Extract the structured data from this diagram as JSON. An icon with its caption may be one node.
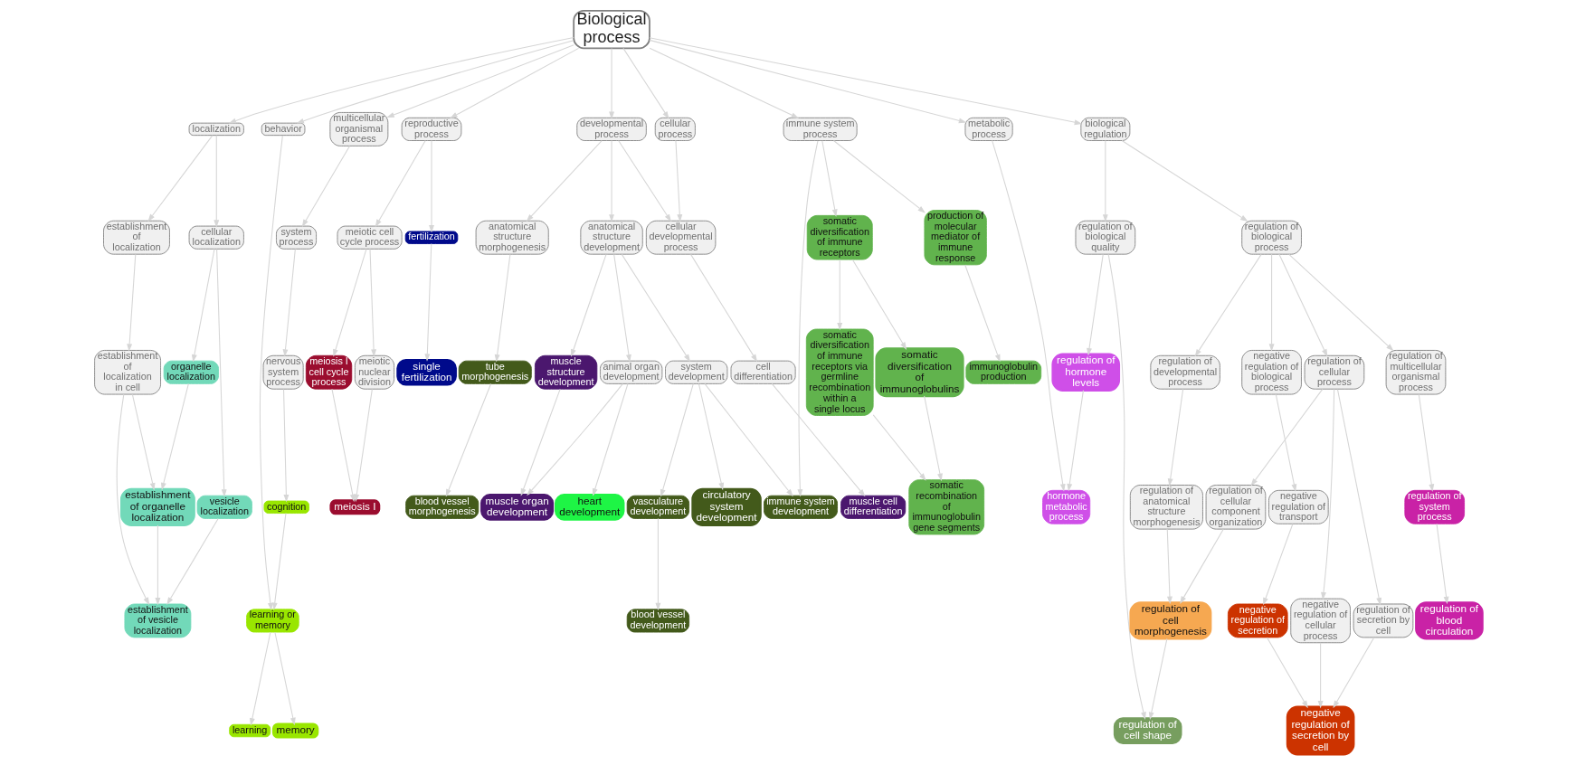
{
  "diagram": {
    "nodes": [
      {
        "text": [
          "Biological process"
        ]
      },
      {
        "text": [
          "localization"
        ]
      },
      {
        "text": [
          "multicellular organismal process"
        ]
      },
      {
        "text": [
          "reproductive process"
        ]
      },
      {
        "text": [
          "developmental process"
        ]
      },
      {
        "text": [
          "system process"
        ]
      },
      {
        "text": [
          "cellular localization"
        ]
      },
      {
        "text": [
          "biological regulation"
        ]
      },
      {
        "text": [
          "metabolic process"
        ]
      },
      {
        "text": [
          "establishment of localization"
        ]
      },
      {
        "text": [
          "nervous system process"
        ]
      },
      {
        "text": [
          "cellular process"
        ]
      },
      {
        "text": [
          "immune system process"
        ]
      },
      {
        "text": [
          "meiotic cell cycle process"
        ]
      },
      {
        "text": [
          "regulation of biological quality"
        ]
      },
      {
        "text": [
          "anatomical structure morphogenesis"
        ]
      },
      {
        "text": [
          "anatomical structure development"
        ]
      },
      {
        "text": [
          "regulation of biological process"
        ]
      },
      {
        "text": [
          "organelle localization"
        ]
      },
      {
        "text": [
          "behavior"
        ]
      },
      {
        "text": [
          "regulation of developmental process"
        ]
      },
      {
        "text": [
          "cellular developmental process"
        ]
      },
      {
        "text": [
          "tube morphogenesis"
        ]
      },
      {
        "text": [
          "establishment of localization in cell"
        ]
      },
      {
        "text": [
          "regulation of cellular process"
        ]
      },
      {
        "text": [
          "cognition"
        ]
      },
      {
        "text": [
          "regulation of anatomical structure morphogenesis"
        ]
      },
      {
        "text": [
          "somatic diversification of immune receptors"
        ]
      },
      {
        "text": [
          "fertilization"
        ]
      },
      {
        "text": [
          "meiosis I cell cycle process"
        ]
      },
      {
        "text": [
          "regulation of hormone levels"
        ]
      },
      {
        "text": [
          "system development"
        ]
      },
      {
        "text": [
          "regulation of multicellular organismal process"
        ]
      },
      {
        "text": [
          "cell differentiation"
        ]
      },
      {
        "text": [
          "establishment of organelle localization"
        ]
      },
      {
        "text": [
          "vesicle localization"
        ]
      },
      {
        "text": [
          "learning or memory"
        ]
      },
      {
        "text": [
          "production of molecular mediator of immune response"
        ]
      },
      {
        "text": [
          "negative regulation of biological process"
        ]
      },
      {
        "text": [
          "blood vessel morphogenesis"
        ]
      },
      {
        "text": [
          "animal organ development"
        ]
      },
      {
        "text": [
          "somatic diversification of immune receptors via germline recombination within a single locus"
        ]
      },
      {
        "text": [
          "regulation of cellular component organization"
        ]
      },
      {
        "text": [
          "meiotic nuclear division"
        ]
      },
      {
        "text": [
          "hormone metabolic process"
        ]
      },
      {
        "text": [
          "muscle structure development"
        ]
      },
      {
        "text": [
          "vasculature development"
        ]
      },
      {
        "text": [
          "regulation of system process"
        ]
      },
      {
        "text": [
          "learning"
        ]
      },
      {
        "text": [
          "memory"
        ]
      },
      {
        "text": [
          "immunoglobulin production"
        ]
      },
      {
        "text": [
          "regulation of secretion by cell"
        ]
      },
      {
        "text": [
          "circulatory system development"
        ]
      },
      {
        "text": [
          "negative regulation of cellular process"
        ]
      },
      {
        "text": [
          "somatic diversification of immunoglobulins"
        ]
      },
      {
        "text": [
          "muscle organ development"
        ]
      },
      {
        "text": [
          "negative regulation of transport"
        ]
      },
      {
        "text": [
          "single fertilization"
        ]
      },
      {
        "text": [
          "regulation of cell morphogenesis"
        ]
      },
      {
        "text": [
          "establishment of vesicle localization"
        ]
      },
      {
        "text": [
          "immune system development"
        ]
      },
      {
        "text": [
          "muscle cell differentiation"
        ]
      },
      {
        "text": [
          "somatic recombination of immunoglobulin gene segments"
        ]
      },
      {
        "text": [
          "meiosis I"
        ]
      },
      {
        "text": [
          "negative regulation of secretion"
        ]
      },
      {
        "text": [
          "heart development"
        ]
      },
      {
        "text": [
          "blood vessel development"
        ]
      },
      {
        "text": [
          "regulation of cell shape"
        ]
      },
      {
        "text": [
          "negative regulation of secretion by cell"
        ]
      },
      {
        "text": [
          "regulation of blood circulation"
        ]
      }
    ],
    "edges": [
      {
        "from": 0,
        "to": 1,
        "arrow": "to"
      },
      {
        "from": 0,
        "to": 2,
        "arrow": "to"
      },
      {
        "from": 0,
        "to": 3,
        "arrow": "to"
      },
      {
        "from": 0,
        "to": 4,
        "arrow": "to"
      },
      {
        "from": 0,
        "to": 7,
        "arrow": "to"
      },
      {
        "from": 0,
        "to": 8,
        "arrow": "to"
      },
      {
        "from": 0,
        "to": 11,
        "arrow": "to"
      },
      {
        "from": 0,
        "to": 12,
        "arrow": "to"
      },
      {
        "from": 0,
        "to": 19,
        "arrow": "to"
      },
      {
        "from": 1,
        "to": 6,
        "arrow": "to"
      },
      {
        "from": 1,
        "to": 9,
        "arrow": "to"
      },
      {
        "from": 2,
        "to": 5,
        "arrow": "to"
      },
      {
        "from": 5,
        "to": 10,
        "arrow": "to"
      },
      {
        "from": 10,
        "to": 25,
        "arrow": "to"
      },
      {
        "from": 25,
        "to": 36,
        "arrow": "to"
      },
      {
        "from": 19,
        "to": 36,
        "arrow": "to"
      },
      {
        "from": 36,
        "to": 48,
        "arrow": "to"
      },
      {
        "from": 36,
        "to": 49,
        "arrow": "to"
      },
      {
        "from": 8,
        "to": 44,
        "arrow": "to"
      },
      {
        "from": 14,
        "to": 30,
        "arrow": "to"
      },
      {
        "from": 30,
        "to": 44,
        "arrow": "to"
      },
      {
        "from": 7,
        "to": 14,
        "arrow": "to"
      },
      {
        "from": 7,
        "to": 17,
        "arrow": "to"
      },
      {
        "from": 6,
        "to": 18,
        "arrow": "to"
      },
      {
        "from": 9,
        "to": 23,
        "arrow": "to"
      },
      {
        "from": 6,
        "to": 35,
        "arrow": "to"
      },
      {
        "from": 18,
        "to": 34,
        "arrow": "to"
      },
      {
        "from": 23,
        "to": 34,
        "arrow": "to"
      },
      {
        "from": 34,
        "to": 59,
        "arrow": "to"
      },
      {
        "from": 35,
        "to": 59,
        "arrow": "to"
      },
      {
        "from": 23,
        "to": 59,
        "arrow": "to"
      },
      {
        "from": 4,
        "to": 16,
        "arrow": "to"
      },
      {
        "from": 4,
        "to": 15,
        "arrow": "to"
      },
      {
        "from": 4,
        "to": 21,
        "arrow": "to"
      },
      {
        "from": 11,
        "to": 21,
        "arrow": "to"
      },
      {
        "from": 15,
        "to": 22,
        "arrow": "to"
      },
      {
        "from": 21,
        "to": 33,
        "arrow": "to"
      },
      {
        "from": 33,
        "to": 61,
        "arrow": "to"
      },
      {
        "from": 16,
        "to": 40,
        "arrow": "to"
      },
      {
        "from": 16,
        "to": 45,
        "arrow": "to"
      },
      {
        "from": 16,
        "to": 31,
        "arrow": "to"
      },
      {
        "from": 31,
        "to": 46,
        "arrow": "to"
      },
      {
        "from": 31,
        "to": 52,
        "arrow": "to"
      },
      {
        "from": 31,
        "to": 60,
        "arrow": "to"
      },
      {
        "from": 46,
        "to": 66,
        "arrow": "to"
      },
      {
        "from": 22,
        "to": 39,
        "arrow": "to"
      },
      {
        "from": 12,
        "to": 60,
        "arrow": "to"
      },
      {
        "from": 40,
        "to": 55,
        "arrow": "to"
      },
      {
        "from": 45,
        "to": 55,
        "arrow": "to"
      },
      {
        "from": 40,
        "to": 65,
        "arrow": "to"
      },
      {
        "from": 17,
        "to": 20,
        "arrow": "to"
      },
      {
        "from": 17,
        "to": 24,
        "arrow": "to"
      },
      {
        "from": 17,
        "to": 32,
        "arrow": "to"
      },
      {
        "from": 17,
        "to": 38,
        "arrow": "to"
      },
      {
        "from": 20,
        "to": 26,
        "arrow": "to"
      },
      {
        "from": 24,
        "to": 42,
        "arrow": "to"
      },
      {
        "from": 24,
        "to": 51,
        "arrow": "to"
      },
      {
        "from": 24,
        "to": 53,
        "arrow": "to"
      },
      {
        "from": 38,
        "to": 56,
        "arrow": "to"
      },
      {
        "from": 32,
        "to": 47,
        "arrow": "to"
      },
      {
        "from": 47,
        "to": 69,
        "arrow": "to"
      },
      {
        "from": 26,
        "to": 58,
        "arrow": "to"
      },
      {
        "from": 42,
        "to": 58,
        "arrow": "to"
      },
      {
        "from": 58,
        "to": 67,
        "arrow": "to"
      },
      {
        "from": 14,
        "to": 67,
        "arrow": "to"
      },
      {
        "from": 51,
        "to": 68,
        "arrow": "to"
      },
      {
        "from": 56,
        "to": 64,
        "arrow": "to"
      },
      {
        "from": 64,
        "to": 68,
        "arrow": "to"
      },
      {
        "from": 53,
        "to": 68,
        "arrow": "to"
      },
      {
        "from": 12,
        "to": 37,
        "arrow": "to"
      },
      {
        "from": 37,
        "to": 50,
        "arrow": "to"
      },
      {
        "from": 12,
        "to": 27,
        "arrow": "to"
      },
      {
        "from": 27,
        "to": 41,
        "arrow": "to"
      },
      {
        "from": 27,
        "to": 54,
        "arrow": "to"
      },
      {
        "from": 41,
        "to": 62,
        "arrow": "to"
      },
      {
        "from": 54,
        "to": 62,
        "arrow": "to"
      },
      {
        "from": 3,
        "to": 28,
        "arrow": "to"
      },
      {
        "from": 3,
        "to": 13,
        "arrow": "to"
      },
      {
        "from": 13,
        "to": 29,
        "arrow": "to"
      },
      {
        "from": 28,
        "to": 57,
        "arrow": "to"
      },
      {
        "from": 13,
        "to": 43,
        "arrow": "to"
      },
      {
        "from": 43,
        "to": 63,
        "arrow": "to"
      },
      {
        "from": 29,
        "to": 63,
        "arrow": "to"
      }
    ]
  }
}
